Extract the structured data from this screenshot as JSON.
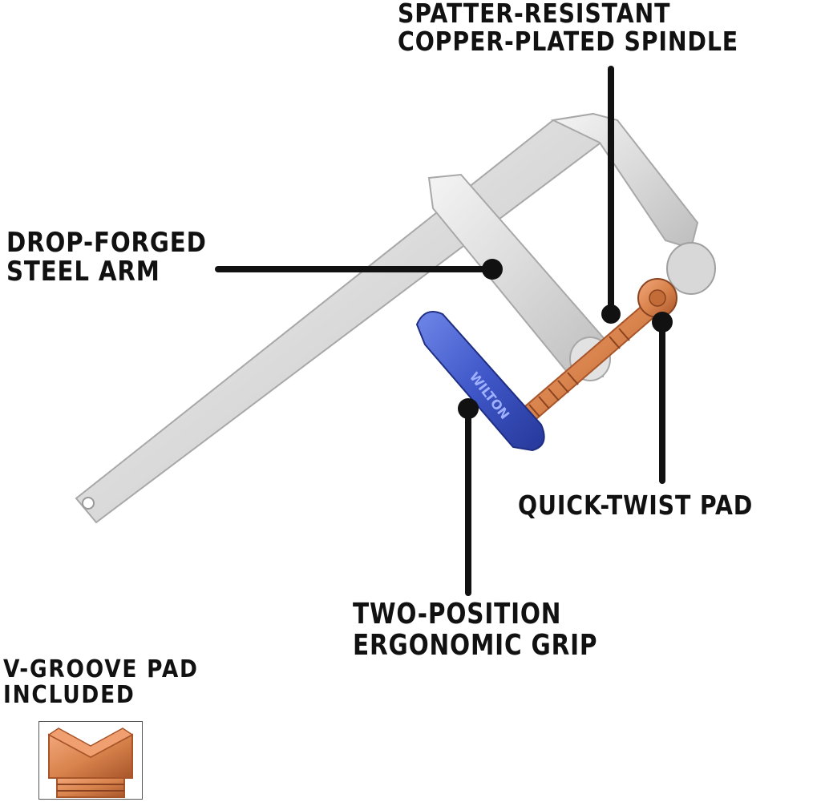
{
  "labels": {
    "spindle": [
      "SPATTER-RESISTANT",
      "COPPER-PLATED SPINDLE"
    ],
    "arm": [
      "DROP-FORGED",
      "STEEL ARM"
    ],
    "twist": [
      "QUICK-TWIST PAD"
    ],
    "grip": [
      "TWO-POSITION",
      "ERGONOMIC GRIP"
    ],
    "vgroove": [
      "V-GROOVE PAD",
      "INCLUDED"
    ]
  },
  "handle_text": "WILTON",
  "colors": {
    "steel": "#dcdcdc",
    "steel_edge": "#a8a8a8",
    "copper": "#d9834d",
    "copper_dark": "#a8552a",
    "grip_blue": "#3f57c8",
    "ink": "#111111"
  }
}
